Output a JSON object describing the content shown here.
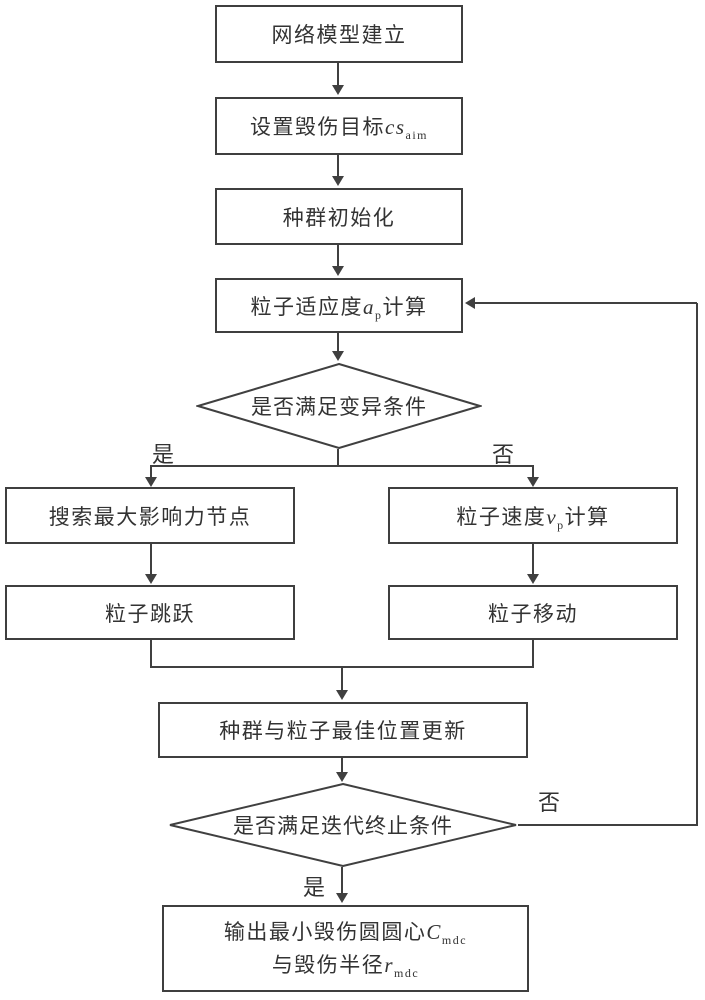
{
  "diagram": {
    "type": "flowchart",
    "nodes": {
      "model": {
        "label": "网络模型建立"
      },
      "target": {
        "pre": "设置毁伤目标",
        "var": "cs",
        "sub": "aim"
      },
      "init": {
        "label": "种群初始化"
      },
      "fitness": {
        "pre": "粒子适应度",
        "var": "a",
        "sub": "p",
        "post": "计算"
      },
      "mutation_check": {
        "label": "是否满足变异条件"
      },
      "search": {
        "label": "搜索最大影响力节点"
      },
      "velocity": {
        "pre": "粒子速度",
        "var": "v",
        "sub": "p",
        "post": "计算"
      },
      "jump": {
        "label": "粒子跳跃"
      },
      "move": {
        "label": "粒子移动"
      },
      "update": {
        "label": "种群与粒子最佳位置更新"
      },
      "termination_check": {
        "label": "是否满足迭代终止条件"
      },
      "output": {
        "line1_pre": "输出最小毁伤圆圆心",
        "line1_var": "C",
        "line1_sub": "mdc",
        "line2_pre": "与毁伤半径",
        "line2_var": "r",
        "line2_sub": "mdc"
      }
    },
    "branch_labels": {
      "mutation_yes": "是",
      "mutation_no": "否",
      "termination_yes": "是",
      "termination_no": "否"
    },
    "edges": [
      {
        "from": "model",
        "to": "target"
      },
      {
        "from": "target",
        "to": "init"
      },
      {
        "from": "init",
        "to": "fitness"
      },
      {
        "from": "fitness",
        "to": "mutation_check"
      },
      {
        "from": "mutation_check",
        "to": "search",
        "label": "是"
      },
      {
        "from": "mutation_check",
        "to": "velocity",
        "label": "否"
      },
      {
        "from": "search",
        "to": "jump"
      },
      {
        "from": "velocity",
        "to": "move"
      },
      {
        "from": "jump",
        "to": "update"
      },
      {
        "from": "move",
        "to": "update"
      },
      {
        "from": "update",
        "to": "termination_check"
      },
      {
        "from": "termination_check",
        "to": "output",
        "label": "是"
      },
      {
        "from": "termination_check",
        "to": "fitness",
        "label": "否"
      }
    ],
    "colors": {
      "background": "#ffffff",
      "line": "#404040",
      "box_border": "#3f3f3f",
      "box_fill": "#ffffff",
      "text": "#333333"
    }
  }
}
